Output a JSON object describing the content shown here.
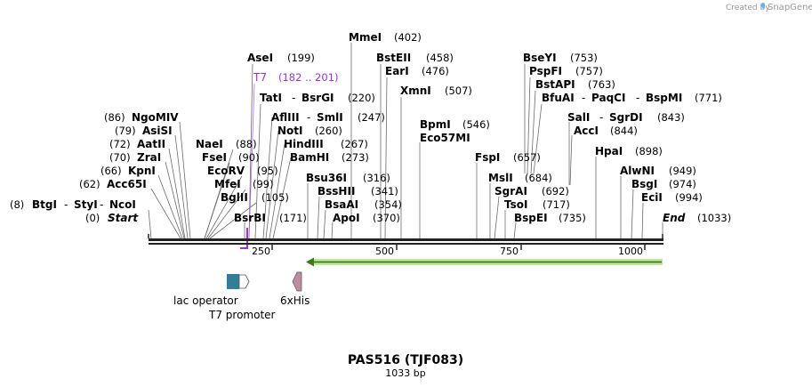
{
  "credit": {
    "created_by": "Created by",
    "brand": "SnapGene"
  },
  "map": {
    "name": "PAS516 (TJF083)",
    "length": "1033 bp",
    "ticks": [
      "250",
      "500",
      "750",
      "1000"
    ]
  },
  "sites": [
    {
      "name": "MmeI",
      "pos": "(402)"
    },
    {
      "name": "AseI",
      "pos": "(199)"
    },
    {
      "name": "BstEII",
      "pos": "(458)"
    },
    {
      "name": "EarI",
      "pos": "(476)"
    },
    {
      "name": "BseYI",
      "pos": "(753)"
    },
    {
      "name": "PspFI",
      "pos": "(757)"
    },
    {
      "name": "BstAPI",
      "pos": "(763)"
    },
    {
      "name": "BfuAI",
      "sep": "-",
      "name2": "PaqCI",
      "sep2": "-",
      "name3": "BspMI",
      "pos": "(771)"
    },
    {
      "name": "XmnI",
      "pos": "(507)"
    },
    {
      "name": "TatI",
      "sep": "-",
      "name2": "BsrGI",
      "pos": "(220)"
    },
    {
      "name": "AflIII",
      "sep": "-",
      "name2": "SmlI",
      "pos": "(247)"
    },
    {
      "name": "NotI",
      "pos": "(260)"
    },
    {
      "name": "HindIII",
      "pos": "(267)"
    },
    {
      "name": "BamHI",
      "pos": "(273)"
    },
    {
      "name": "NgoMIV",
      "pos": "(86)"
    },
    {
      "name": "AsiSI",
      "pos": "(79)"
    },
    {
      "name": "AatII",
      "pos": "(72)"
    },
    {
      "name": "ZraI",
      "pos": "(70)"
    },
    {
      "name": "KpnI",
      "pos": "(66)"
    },
    {
      "name": "Acc65I",
      "pos": "(62)"
    },
    {
      "name": "BtgI",
      "sep": "-",
      "name2": "StyI",
      "sep2": "-",
      "name3": "NcoI",
      "pos": "(8)"
    },
    {
      "name": "Start",
      "pos": "(0)"
    },
    {
      "name": "NaeI",
      "pos": "(88)"
    },
    {
      "name": "FseI",
      "pos": "(90)"
    },
    {
      "name": "EcoRV",
      "pos": "(95)"
    },
    {
      "name": "MfeI",
      "pos": "(99)"
    },
    {
      "name": "BglII",
      "pos": "(105)"
    },
    {
      "name": "BsrBI",
      "pos": "(171)"
    },
    {
      "name": "BpmI",
      "pos": "(546)"
    },
    {
      "name": "Eco57MI",
      "pos": ""
    },
    {
      "name": "SalI",
      "sep": "-",
      "name2": "SgrDI",
      "pos": "(843)"
    },
    {
      "name": "AccI",
      "pos": "(844)"
    },
    {
      "name": "HpaI",
      "pos": "(898)"
    },
    {
      "name": "Bsu36I",
      "pos": "(316)"
    },
    {
      "name": "BssHII",
      "pos": "(341)"
    },
    {
      "name": "BsaAI",
      "pos": "(354)"
    },
    {
      "name": "ApoI",
      "pos": "(370)"
    },
    {
      "name": "FspI",
      "pos": "(657)"
    },
    {
      "name": "MslI",
      "pos": "(684)"
    },
    {
      "name": "SgrAI",
      "pos": "(692)"
    },
    {
      "name": "TsoI",
      "pos": "(717)"
    },
    {
      "name": "BspEI",
      "pos": "(735)"
    },
    {
      "name": "AlwNI",
      "pos": "(949)"
    },
    {
      "name": "BsgI",
      "pos": "(974)"
    },
    {
      "name": "EciI",
      "pos": "(994)"
    },
    {
      "name": "End",
      "pos": "(1033)"
    }
  ],
  "primer": {
    "name": "T7",
    "range": "(182 .. 201)",
    "color": "#9b30e0"
  },
  "features": {
    "lac_operator": "lac operator",
    "t7_promoter": "T7 promoter",
    "his_tag": "6xHis",
    "lac_operator_color": "#2f7f97",
    "his_color": "#c08aa0",
    "orf_color": "#bfe89a"
  }
}
